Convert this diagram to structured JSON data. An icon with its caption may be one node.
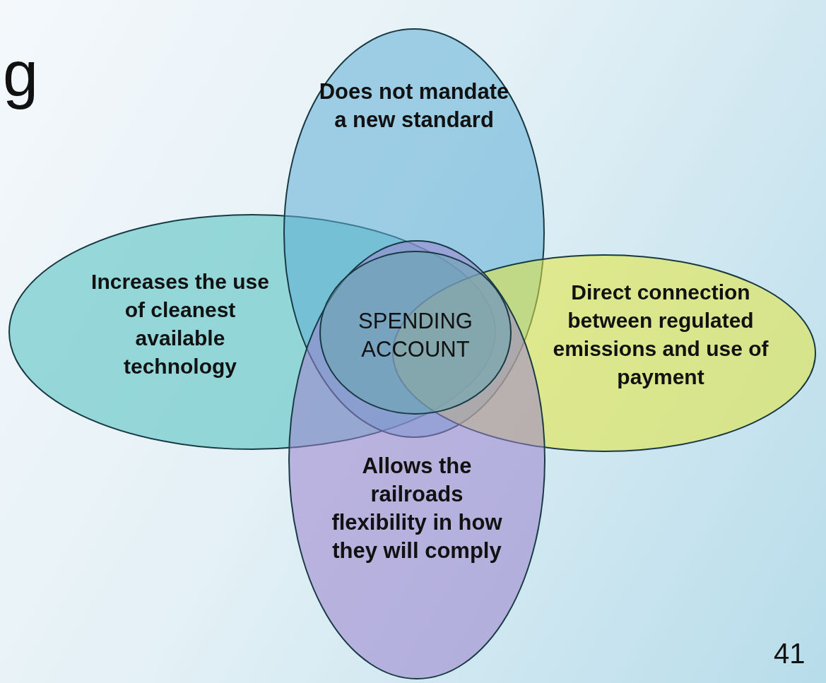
{
  "diagram": {
    "nodes": [
      {
        "text": [
          "Increases the use of cleanest available technology"
        ]
      },
      {
        "text": [
          "Does not mandate a new standard"
        ]
      },
      {
        "text": [
          "Direct connection between regulated emissions and use of payment"
        ]
      },
      {
        "text": [
          "Allows the railroads flexibility in how they will comply"
        ]
      },
      {
        "text": [
          "SPENDING ACCOUNT"
        ]
      }
    ],
    "labels": [
      "g",
      "41"
    ]
  }
}
